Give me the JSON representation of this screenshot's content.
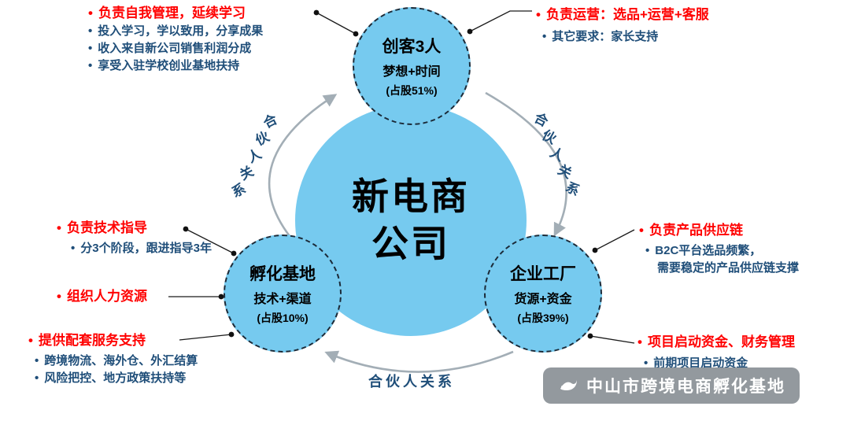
{
  "colors": {
    "circle_fill": "#76caef",
    "accent_red": "#ff0000",
    "accent_blue": "#1f4e79",
    "arrow_gray": "#a3aeb6"
  },
  "center": {
    "line1": "新电商",
    "line2": "公司"
  },
  "nodes": {
    "maker": {
      "title": "创客3人",
      "subtitle": "梦想+时间",
      "share": "(占股51%)"
    },
    "incubator": {
      "title": "孵化基地",
      "subtitle": "技术+渠道",
      "share": "(占股10%)"
    },
    "factory": {
      "title": "企业工厂",
      "subtitle": "货源+资金",
      "share": "(占股39%)"
    }
  },
  "relations": {
    "left": "合伙人关系",
    "right": "合伙人关系",
    "bottom": "合伙人关系",
    "left_chars": [
      "合",
      "伙",
      "人",
      "关",
      "系"
    ],
    "right_chars": [
      "合",
      "伙",
      "人",
      "关",
      "系"
    ]
  },
  "annotations": {
    "maker_left": {
      "items": [
        {
          "text": "负责自我管理，延续学习"
        },
        {
          "text": "投入学习，学以致用，分享成果"
        },
        {
          "text": "收入来自新公司销售利润分成"
        },
        {
          "text": "享受入驻学校创业基地扶持"
        }
      ]
    },
    "maker_right": {
      "items": [
        {
          "text": "负责运营：选品+运营+客服"
        },
        {
          "text": "其它要求：家长支持"
        }
      ]
    },
    "incubator_tech": {
      "items": [
        {
          "text": "负责技术指导"
        },
        {
          "text": "分3个阶段，跟进指导3年"
        }
      ]
    },
    "incubator_hr": {
      "items": [
        {
          "text": "组织人力资源"
        }
      ]
    },
    "incubator_support": {
      "items": [
        {
          "text": "提供配套服务支持"
        },
        {
          "text": "跨境物流、海外仓、外汇结算"
        },
        {
          "text": "风险把控、地方政策扶持等"
        }
      ]
    },
    "factory_supply": {
      "items": [
        {
          "text": "负责产品供应链"
        },
        {
          "text": "B2C平台选品频繁，"
        },
        {
          "text": "需要稳定的产品供应链支撑"
        }
      ]
    },
    "factory_funds": {
      "items": [
        {
          "text": "项目启动资金、财务管理"
        },
        {
          "text": "前期项目启动资金"
        }
      ]
    }
  },
  "watermark": {
    "text": "中山市跨境电商孵化基地"
  }
}
